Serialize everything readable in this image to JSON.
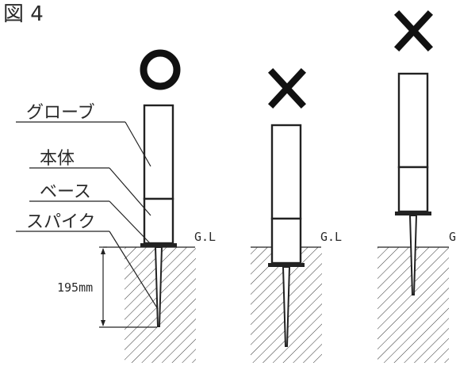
{
  "figure": {
    "title": "図 4"
  },
  "labels": {
    "globe": "グローブ",
    "body": "本体",
    "base": "ベース",
    "spike": "スパイク"
  },
  "ground_level": "G.L",
  "ground_level_clipped": "G",
  "dimension": {
    "depth": "195mm"
  },
  "installations": [
    {
      "mark": "○",
      "mark_name": "correct-circle-icon",
      "verdict": "correct"
    },
    {
      "mark": "×",
      "mark_name": "incorrect-cross-icon",
      "verdict": "incorrect"
    },
    {
      "mark": "×",
      "mark_name": "incorrect-cross-icon",
      "verdict": "incorrect"
    }
  ]
}
